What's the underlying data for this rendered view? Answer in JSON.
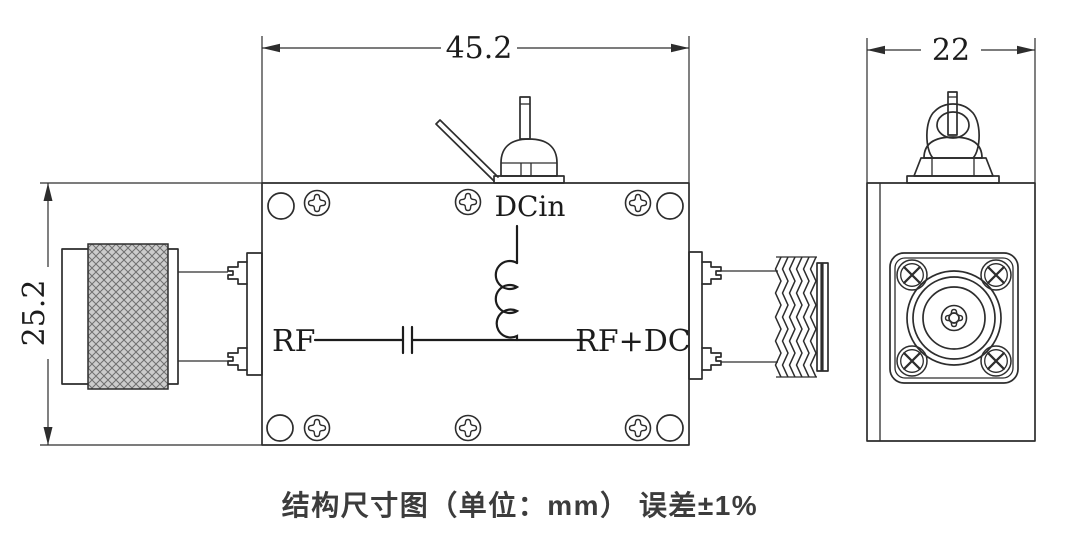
{
  "caption": "结构尺寸图（单位：mm） 误差±1%",
  "dimensions": {
    "front_width_mm": "45.2",
    "front_height_mm": "25.2",
    "side_width_mm": "22"
  },
  "schematic_labels": {
    "dc_in": "DCin",
    "rf_port": "RF",
    "rf_dc_port": "RF+DC"
  },
  "colors": {
    "line": "#2d2d2d",
    "background": "#ffffff",
    "knurl_fill": "#cccccc",
    "caption_text": "#3c3c3c"
  }
}
